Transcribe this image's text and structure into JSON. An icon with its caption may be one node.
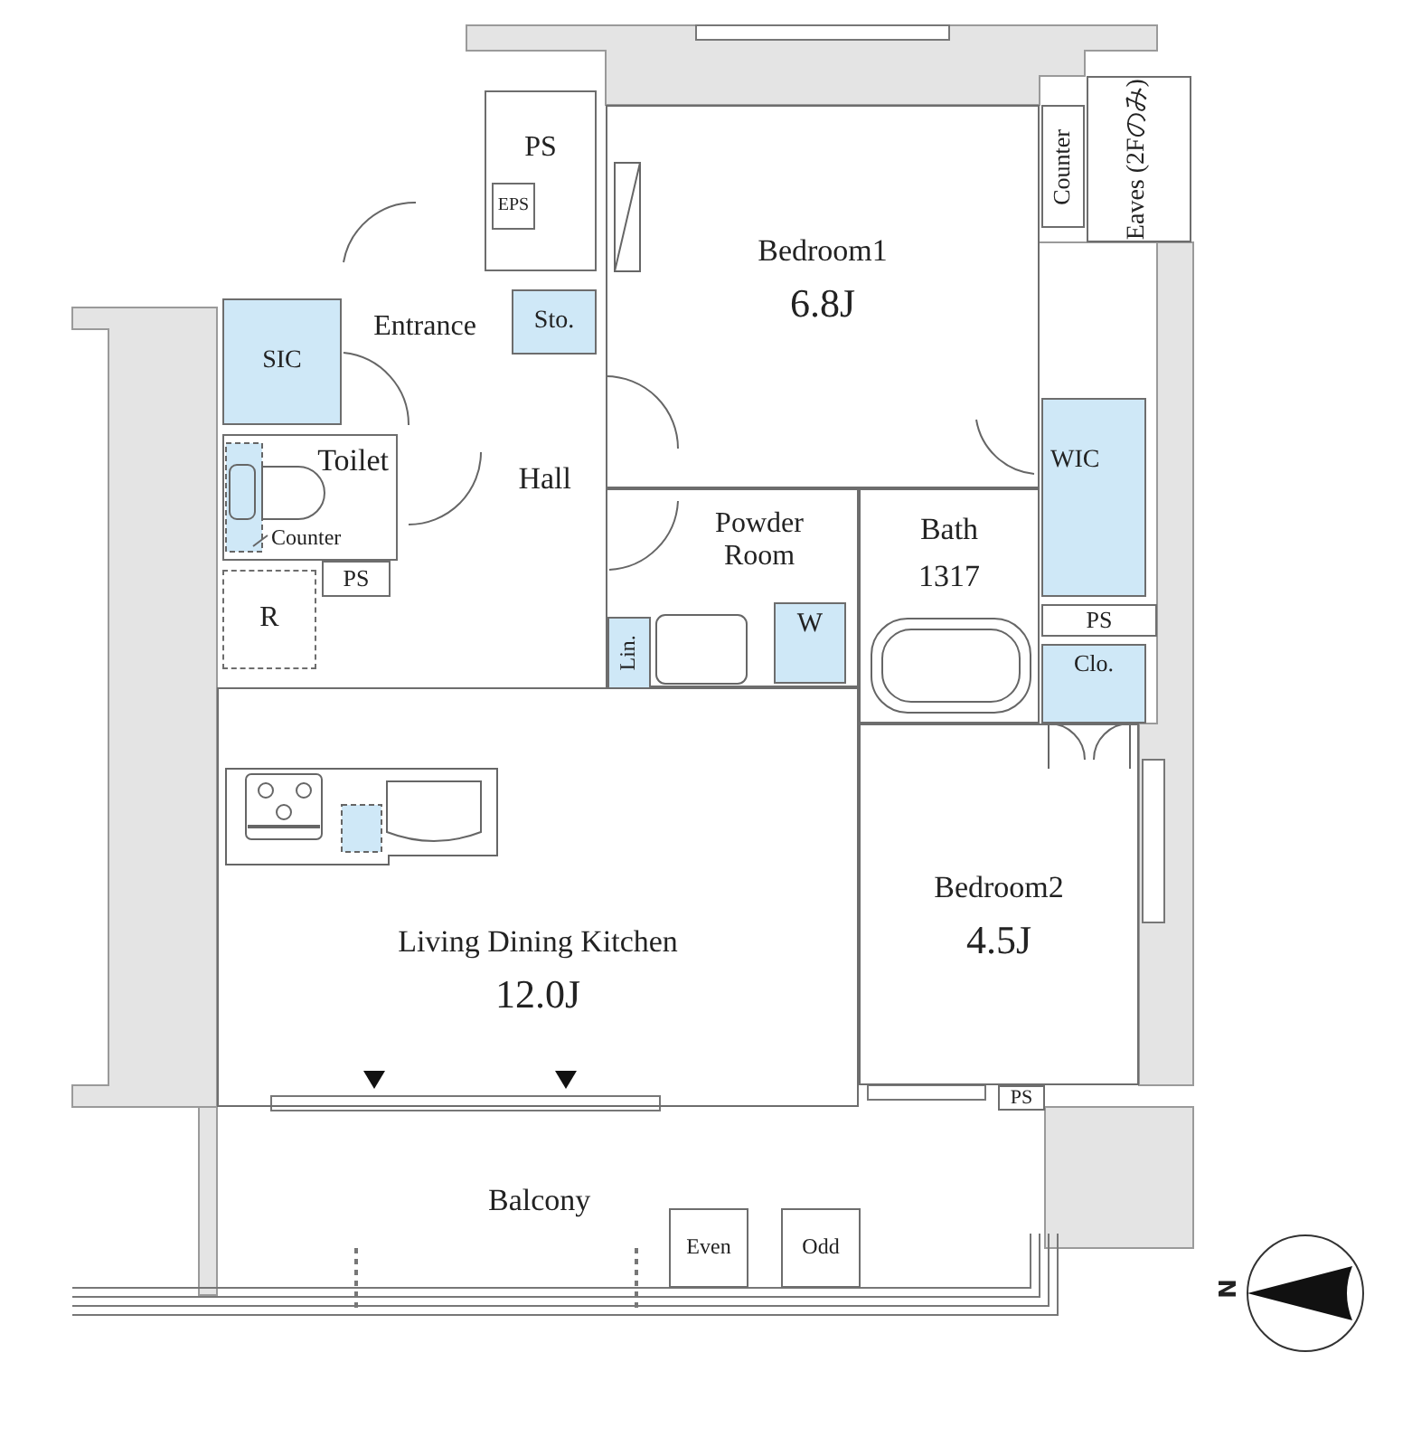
{
  "diagram": {
    "nodes": [
      {
        "text": [
          "PS"
        ]
      },
      {
        "text": [
          "EPS"
        ],
        "in": 0
      },
      {
        "text": [
          "Sto."
        ]
      },
      {
        "text": [
          "Bedroom1",
          "6.8J"
        ]
      },
      {
        "text": [
          "Counter"
        ]
      },
      {
        "text": [
          "Eaves (2Fのみ)"
        ]
      },
      {
        "text": [
          "SIC"
        ]
      },
      {
        "text": [
          "Entrance"
        ]
      },
      {
        "text": [
          "Toilet"
        ]
      },
      {
        "text": [
          "Hall"
        ]
      },
      {
        "text": [
          "PS"
        ]
      },
      {
        "text": [
          "R"
        ]
      },
      {
        "text": [
          "Powder Room"
        ]
      },
      {
        "text": [
          "Lin."
        ],
        "in": 12
      },
      {
        "text": [
          "W"
        ],
        "in": 12
      },
      {
        "text": [
          "Bath",
          "1317"
        ]
      },
      {
        "text": [
          "WIC"
        ]
      },
      {
        "text": [
          "PS"
        ]
      },
      {
        "text": [
          "Clo."
        ]
      },
      {
        "text": [
          "Living Dining Kitchen",
          "12.0J"
        ]
      },
      {
        "text": [
          "Bedroom2",
          "4.5J"
        ]
      },
      {
        "text": [
          "PS"
        ]
      },
      {
        "text": [
          "Balcony"
        ]
      },
      {
        "text": [
          "Even"
        ],
        "in": 22
      },
      {
        "text": [
          "Odd"
        ],
        "in": 22
      }
    ],
    "labels": [
      "Counter",
      "N"
    ]
  }
}
